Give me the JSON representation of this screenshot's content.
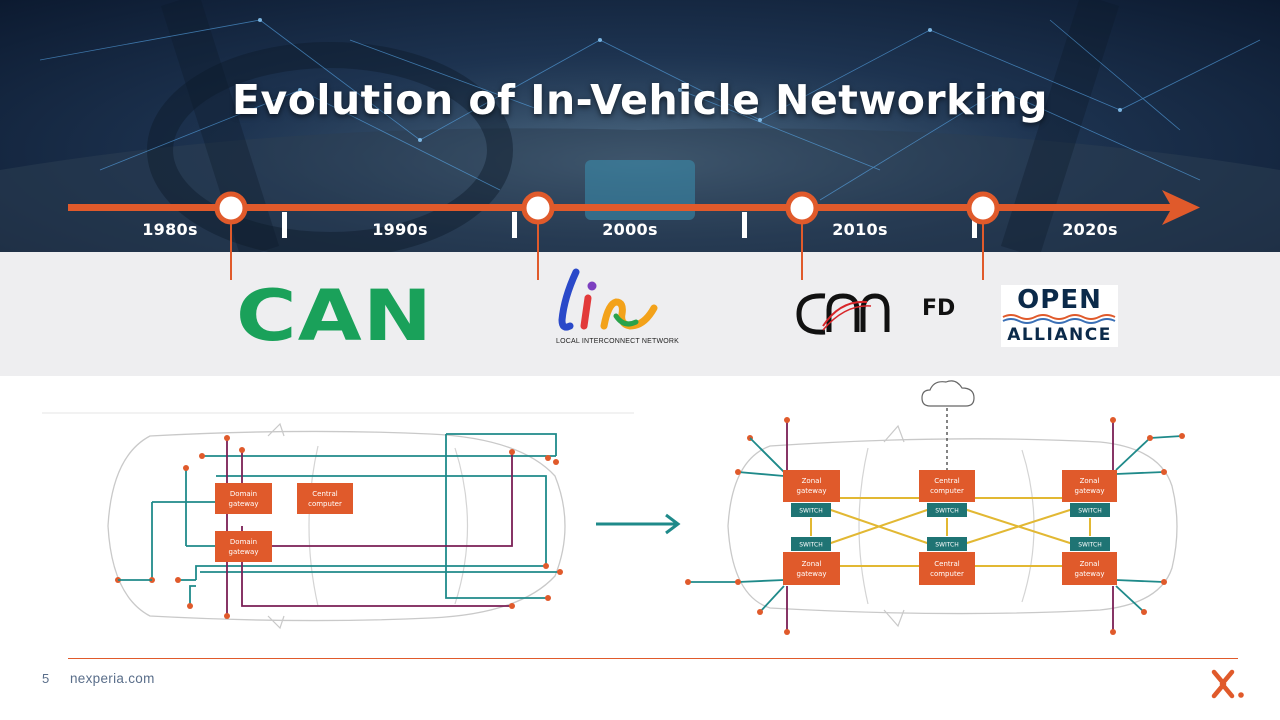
{
  "slide": {
    "title": "Evolution of In-Vehicle Networking",
    "page_number": "5",
    "website": "nexperia.com"
  },
  "timeline": {
    "decades": [
      "1980s",
      "1990s",
      "2000s",
      "2010s",
      "2020s"
    ]
  },
  "logos": {
    "can": "CAN",
    "lin_subtitle": "LOCAL INTERCONNECT NETWORK",
    "canfd_suffix": "FD",
    "open_alliance_top": "OPEN",
    "open_alliance_bottom": "ALLIANCE"
  },
  "left_diagram": {
    "domain_gateway_1": [
      "Domain",
      "gateway"
    ],
    "central_computer": [
      "Central",
      "computer"
    ],
    "domain_gateway_2": [
      "Domain",
      "gateway"
    ]
  },
  "right_diagram": {
    "zonal_gateway_label": [
      "Zonal",
      "gateway"
    ],
    "central_computer_label": [
      "Central",
      "computer"
    ],
    "switch_label": "SWITCH"
  },
  "colors": {
    "accent_orange": "#e05a2b",
    "teal": "#1f8a8a",
    "purple": "#7a1f55",
    "yellow": "#e2b833",
    "can_green": "#1aa15a"
  }
}
